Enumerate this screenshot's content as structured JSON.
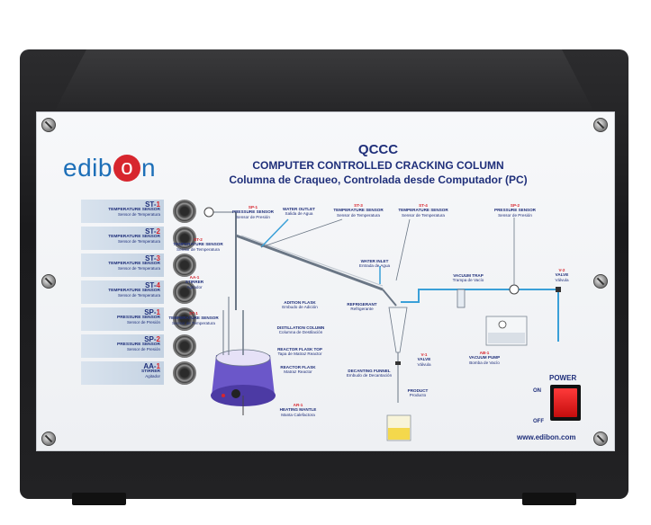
{
  "brand": {
    "pre": "edib",
    "o": "o",
    "post": "n"
  },
  "title": {
    "code": "QCCC",
    "en": "COMPUTER CONTROLLED CRACKING COLUMN",
    "es": "Columna de Craqueo, Controlada desde Computador (PC)"
  },
  "sensors": [
    {
      "code_a": "ST-",
      "code_b": "1",
      "name": "TEMPERATURE SENSOR",
      "sub": "Sensor de Temperatura"
    },
    {
      "code_a": "ST-",
      "code_b": "2",
      "name": "TEMPERATURE SENSOR",
      "sub": "Sensor de Temperatura"
    },
    {
      "code_a": "ST-",
      "code_b": "3",
      "name": "TEMPERATURE SENSOR",
      "sub": "Sensor de Temperatura"
    },
    {
      "code_a": "ST-",
      "code_b": "4",
      "name": "TEMPERATURE SENSOR",
      "sub": "Sensor de Temperatura"
    },
    {
      "code_a": "SP-",
      "code_b": "1",
      "name": "PRESSURE SENSOR",
      "sub": "Sensor de Presión"
    },
    {
      "code_a": "SP-",
      "code_b": "2",
      "name": "PRESSURE SENSOR",
      "sub": "Sensor de Presión"
    },
    {
      "code_a": "AA-",
      "code_b": "1",
      "name": "STIRRER",
      "sub": "Agitador"
    }
  ],
  "diagram": {
    "sp1": {
      "code": "SP-1",
      "name": "PRESSURE SENSOR",
      "sub": "Sensor de Presión"
    },
    "water_outlet": {
      "name": "WATER OUTLET",
      "sub": "Salida de Agua"
    },
    "st3": {
      "code": "ST-3",
      "name": "TEMPERATURE SENSOR",
      "sub": "Sensor de Temperatura"
    },
    "st4": {
      "code": "ST-4",
      "name": "TEMPERATURE SENSOR",
      "sub": "Sensor de Temperatura"
    },
    "sp2": {
      "code": "SP-2",
      "name": "PRESSURE SENSOR",
      "sub": "Sensor de Presión"
    },
    "st2": {
      "code": "ST-2",
      "name": "TEMPERATURE SENSOR",
      "sub": "Sensor de Temperatura"
    },
    "water_inlet": {
      "name": "WATER INLET",
      "sub": "Entrada de Agua"
    },
    "vacuum_trap": {
      "name": "VACUUM TRAP",
      "sub": "Trampa de Vacío"
    },
    "v2": {
      "code": "V-2",
      "name": "VALVE",
      "sub": "Válvula"
    },
    "aa1": {
      "code": "AA-1",
      "name": "STIRRER",
      "sub": "Agitador"
    },
    "addition_flask": {
      "name": "ADITION FLASK",
      "sub": "Embudo de Adición"
    },
    "refrigerant": {
      "name": "REFRIGERANT",
      "sub": "Refrigerante"
    },
    "st1": {
      "code": "ST-1",
      "name": "TEMPERATURE SENSOR",
      "sub": "Sensor de Temperatura"
    },
    "distillation": {
      "name": "DISTILLATION COLUMN",
      "sub": "Columna de Destilación"
    },
    "reactor_top": {
      "name": "REACTOR FLASK TOP",
      "sub": "Tapa de Matraz Reactor"
    },
    "reactor_flask": {
      "name": "REACTOR FLASK",
      "sub": "Matraz Reactor"
    },
    "v1": {
      "code": "V-1",
      "name": "VALVE",
      "sub": "Válvula"
    },
    "ab1": {
      "code": "AB-1",
      "name": "VACUUM PUMP",
      "sub": "Bomba de Vacío"
    },
    "decanting": {
      "name": "DECANTING FUNNEL",
      "sub": "Embudo de Decantación"
    },
    "heating": {
      "code": "AR-1",
      "name": "HEATING MANTLE",
      "sub": "Manta Calefactora"
    },
    "product": {
      "name": "PRODUCT",
      "sub": "Producto"
    }
  },
  "power": {
    "label": "POWER",
    "on": "ON",
    "off": "OFF",
    "switch_color": "#e01b1b"
  },
  "url": "www.edibon.com",
  "colors": {
    "brand_blue": "#1d6fb8",
    "brand_red": "#d7262e",
    "label_navy": "#1f2f7a",
    "cabinet": "#1f1f21"
  }
}
